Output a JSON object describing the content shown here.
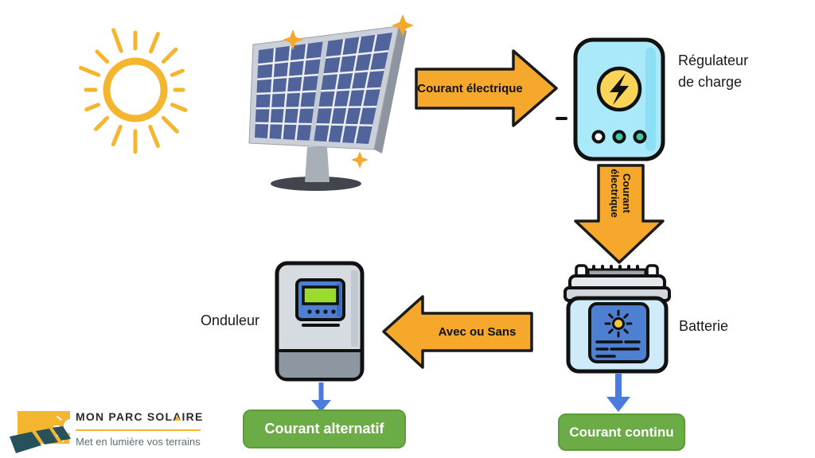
{
  "diagram": {
    "regulator_label": {
      "line1": "Régulateur",
      "line2": "de charge"
    },
    "battery_label": "Batterie",
    "inverter_label": "Onduleur",
    "arrow_panel_to_regulator": "Courant électrique",
    "arrow_regulator_to_battery": {
      "line1": "Courant",
      "line2": "électrique"
    },
    "arrow_battery_to_inverter": "Avec ou Sans",
    "output_ac": "Courant alternatif",
    "output_dc": "Courant continu",
    "colors": {
      "arrow_orange": "#F5A82B",
      "badge_green": "#6CAC46",
      "flow_blue": "#4B7BDC",
      "sun_yellow": "#F5B62F",
      "regulator_cyan": "#A9E9FA",
      "battery_blue": "#4E80D2",
      "screen_green": "#9ADB2D"
    },
    "icons": {
      "sun": "sun-icon",
      "solar_panel": "solar-panel-icon",
      "charge_regulator": "charge-regulator-icon",
      "battery": "battery-icon",
      "inverter": "inverter-icon"
    }
  },
  "logo": {
    "title": "MON PARC SOLAIRE",
    "tagline": "Met en lumière vos terrains"
  }
}
